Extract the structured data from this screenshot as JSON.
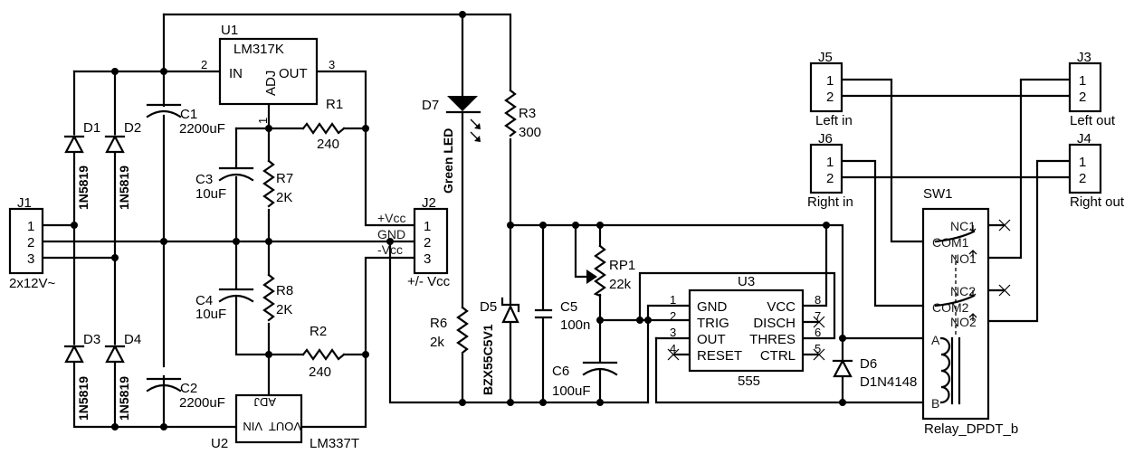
{
  "title": "Audio speaker protection / power supply schematic",
  "components": {
    "J1": {
      "ref": "J1",
      "value": "2x12V~",
      "pins": [
        "1",
        "2",
        "3"
      ]
    },
    "D1": {
      "ref": "D1",
      "value": "1N5819"
    },
    "D2": {
      "ref": "D2",
      "value": "1N5819"
    },
    "D3": {
      "ref": "D3",
      "value": "1N5819"
    },
    "D4": {
      "ref": "D4",
      "value": "1N5819"
    },
    "C1": {
      "ref": "C1",
      "value": "2200uF"
    },
    "C2": {
      "ref": "C2",
      "value": "2200uF"
    },
    "U1": {
      "ref": "U1",
      "value": "LM317K",
      "pin_in": "IN",
      "pin_adj": "ADJ",
      "pin_out": "OUT",
      "pin_num_in": "2",
      "pin_num_out": "3",
      "pin_num_adj": "1"
    },
    "U2": {
      "ref": "U2",
      "value": "LM337T",
      "pin_in": "VIN",
      "pin_adj": "ADJ",
      "pin_out": "VOUT"
    },
    "R1": {
      "ref": "R1",
      "value": "240"
    },
    "R2": {
      "ref": "R2",
      "value": "240"
    },
    "R7": {
      "ref": "R7",
      "value": "2K"
    },
    "R8": {
      "ref": "R8",
      "value": "2K"
    },
    "C3": {
      "ref": "C3",
      "value": "10uF"
    },
    "C4": {
      "ref": "C4",
      "value": "10uF"
    },
    "J2": {
      "ref": "J2",
      "value": "+/- Vcc",
      "pins": [
        "1",
        "2",
        "3"
      ],
      "net_labels": [
        "+Vcc",
        "GND",
        "-Vcc"
      ]
    },
    "D7": {
      "ref": "D7",
      "value": "Green LED"
    },
    "R3": {
      "ref": "R3",
      "value": "300"
    },
    "R6": {
      "ref": "R6",
      "value": "2k"
    },
    "D5": {
      "ref": "D5",
      "value": "BZX55C5V1"
    },
    "C5": {
      "ref": "C5",
      "value": "100n"
    },
    "C6": {
      "ref": "C6",
      "value": "100uF"
    },
    "RP1": {
      "ref": "RP1",
      "value": "22k"
    },
    "U3": {
      "ref": "U3",
      "value": "555",
      "left_pins": [
        {
          "num": "1",
          "name": "GND"
        },
        {
          "num": "2",
          "name": "TRIG"
        },
        {
          "num": "3",
          "name": "OUT"
        },
        {
          "num": "4",
          "name": "RESET"
        }
      ],
      "right_pins": [
        {
          "num": "8",
          "name": "VCC"
        },
        {
          "num": "7",
          "name": "DISCH"
        },
        {
          "num": "6",
          "name": "THRES"
        },
        {
          "num": "5",
          "name": "CTRL"
        }
      ]
    },
    "D6": {
      "ref": "D6",
      "value": "D1N4148"
    },
    "SW1": {
      "ref": "SW1",
      "value": "Relay_DPDT_b",
      "contacts": [
        "NC1",
        "COM1",
        "NO1",
        "NC2",
        "COM2",
        "NO2"
      ],
      "coil": [
        "A",
        "B"
      ]
    },
    "J5": {
      "ref": "J5",
      "value": "Left in",
      "pins": [
        "1",
        "2"
      ]
    },
    "J6": {
      "ref": "J6",
      "value": "Right in",
      "pins": [
        "1",
        "2"
      ]
    },
    "J3": {
      "ref": "J3",
      "value": "Left out",
      "pins": [
        "1",
        "2"
      ]
    },
    "J4": {
      "ref": "J4",
      "value": "Right out",
      "pins": [
        "1",
        "2"
      ]
    }
  }
}
